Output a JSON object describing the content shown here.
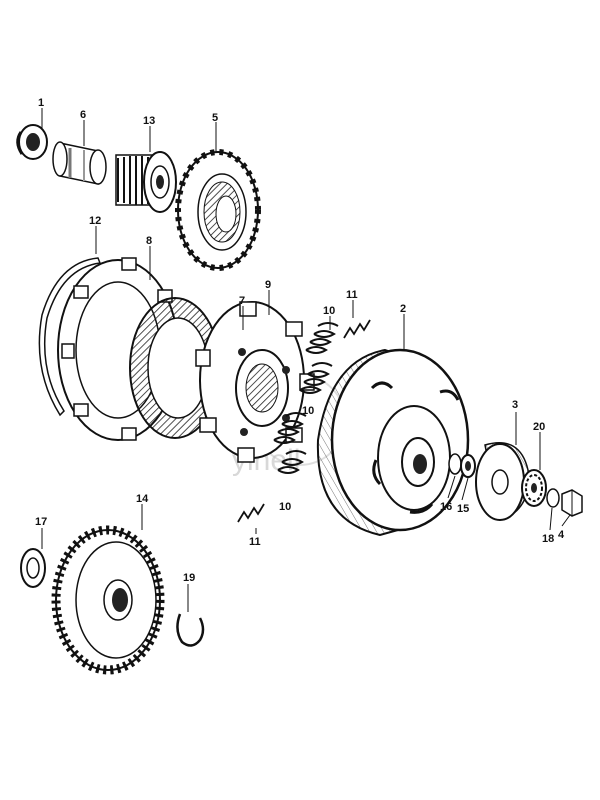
{
  "diagram": {
    "watermark": "yinell",
    "callouts": [
      {
        "id": "c1",
        "text": "1"
      },
      {
        "id": "c6",
        "text": "6"
      },
      {
        "id": "c13",
        "text": "13"
      },
      {
        "id": "c5",
        "text": "5"
      },
      {
        "id": "c12",
        "text": "12"
      },
      {
        "id": "c8",
        "text": "8"
      },
      {
        "id": "c7",
        "text": "7"
      },
      {
        "id": "c9",
        "text": "9"
      },
      {
        "id": "c11a",
        "text": "11"
      },
      {
        "id": "c10a",
        "text": "10"
      },
      {
        "id": "c2",
        "text": "2"
      },
      {
        "id": "c10b",
        "text": "10"
      },
      {
        "id": "c10c",
        "text": "10"
      },
      {
        "id": "c11b",
        "text": "11"
      },
      {
        "id": "c3",
        "text": "3"
      },
      {
        "id": "c20",
        "text": "20"
      },
      {
        "id": "c16",
        "text": "16"
      },
      {
        "id": "c15",
        "text": "15"
      },
      {
        "id": "c18",
        "text": "18"
      },
      {
        "id": "c4",
        "text": "4"
      },
      {
        "id": "c14",
        "text": "14"
      },
      {
        "id": "c17",
        "text": "17"
      },
      {
        "id": "c19",
        "text": "19"
      }
    ]
  }
}
